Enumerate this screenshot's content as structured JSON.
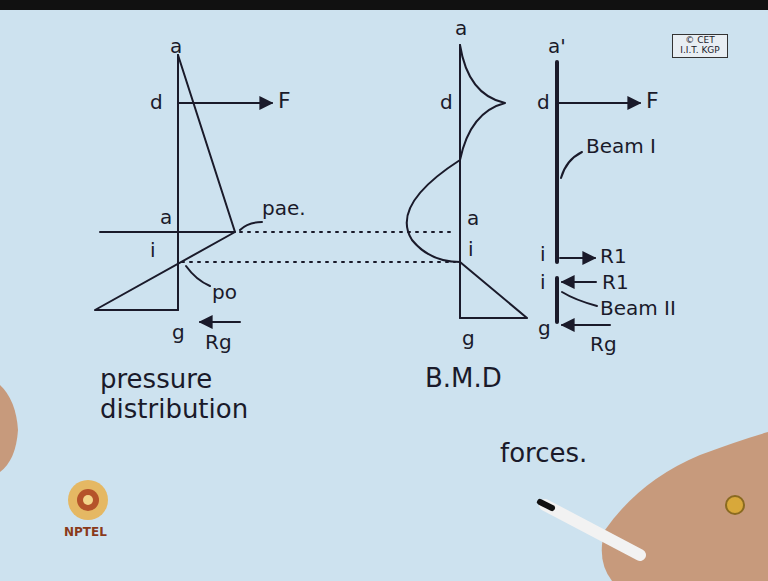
{
  "diagram": {
    "labels": [
      "a",
      "d",
      "F",
      "pae.",
      "a",
      "i",
      "po",
      "g",
      "Rg",
      "pressure distribution",
      "a",
      "d",
      "a",
      "i",
      "g",
      "B.M.D",
      "a'",
      "d",
      "F",
      "Beam I",
      "i",
      "R1",
      "i",
      "R1",
      "Beam II",
      "g",
      "Rg",
      "forces.",
      "© CET I.I.T. KGP",
      "NPTEL"
    ]
  }
}
